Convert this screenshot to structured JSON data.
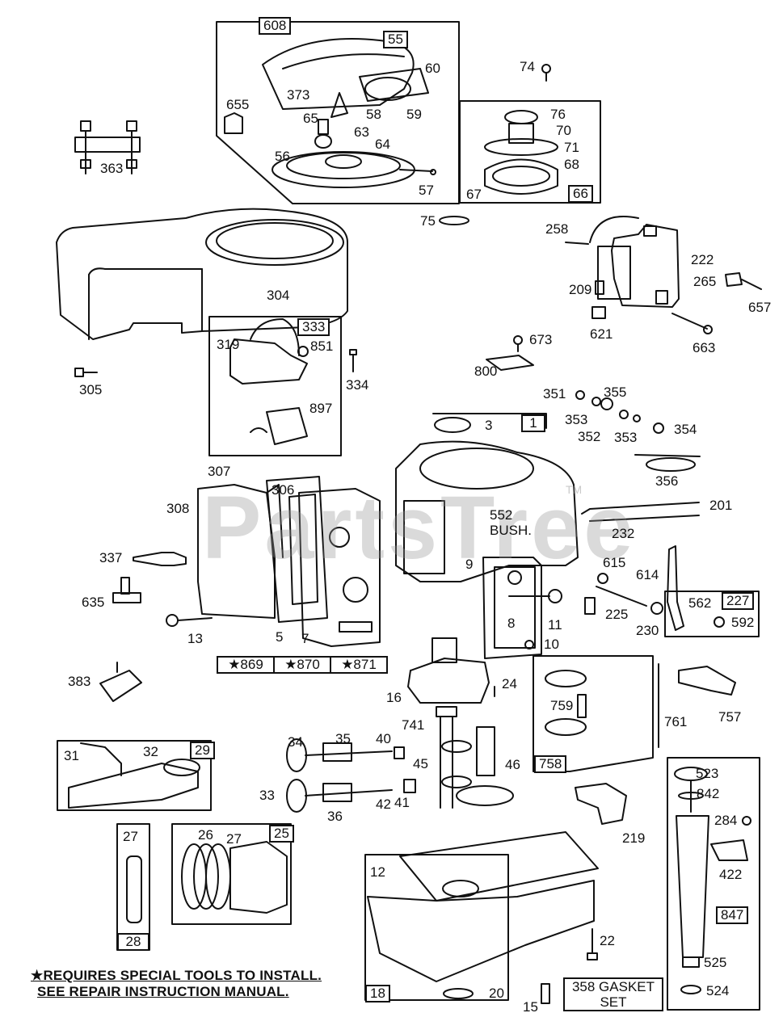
{
  "diagram": {
    "type": "exploded-parts-diagram",
    "watermark": "PartsTree",
    "watermark_mark": "TM",
    "footnote": {
      "line1": "★REQUIRES SPECIAL TOOLS TO INSTALL.",
      "line2": "SEE REPAIR INSTRUCTION MANUAL."
    },
    "boxed_assemblies": [
      {
        "id": "608",
        "label": "608"
      },
      {
        "id": "55",
        "label": "55"
      },
      {
        "id": "66",
        "label": "66"
      },
      {
        "id": "333",
        "label": "333"
      },
      {
        "id": "1",
        "label": "1"
      },
      {
        "id": "227",
        "label": "227"
      },
      {
        "id": "869",
        "label": "★869"
      },
      {
        "id": "870",
        "label": "★870"
      },
      {
        "id": "871",
        "label": "★871"
      },
      {
        "id": "758",
        "label": "758"
      },
      {
        "id": "29",
        "label": "29"
      },
      {
        "id": "25",
        "label": "25"
      },
      {
        "id": "28",
        "label": "28"
      },
      {
        "id": "18",
        "label": "18"
      },
      {
        "id": "847",
        "label": "847"
      },
      {
        "id": "358",
        "label": "358 GASKET SET"
      }
    ],
    "part_labels": [
      "373",
      "60",
      "655",
      "58",
      "59",
      "65",
      "63",
      "64",
      "56",
      "57",
      "74",
      "76",
      "70",
      "71",
      "68",
      "67",
      "363",
      "75",
      "258",
      "222",
      "209",
      "265",
      "657",
      "621",
      "663",
      "304",
      "319",
      "851",
      "334",
      "305",
      "897",
      "673",
      "800",
      "351",
      "355",
      "353",
      "352",
      "353",
      "354",
      "3",
      "356",
      "307",
      "306",
      "308",
      "201",
      "232",
      "552 BUSH.",
      "337",
      "9",
      "615",
      "614",
      "635",
      "225",
      "562",
      "592",
      "230",
      "8",
      "11",
      "13",
      "5",
      "7",
      "10",
      "383",
      "24",
      "16",
      "759",
      "761",
      "757",
      "741",
      "34",
      "35",
      "40",
      "31",
      "32",
      "45",
      "46",
      "33",
      "42",
      "41",
      "36",
      "523",
      "842",
      "219",
      "284",
      "27",
      "26",
      "27",
      "422",
      "12",
      "22",
      "525",
      "524",
      "20",
      "15"
    ]
  }
}
